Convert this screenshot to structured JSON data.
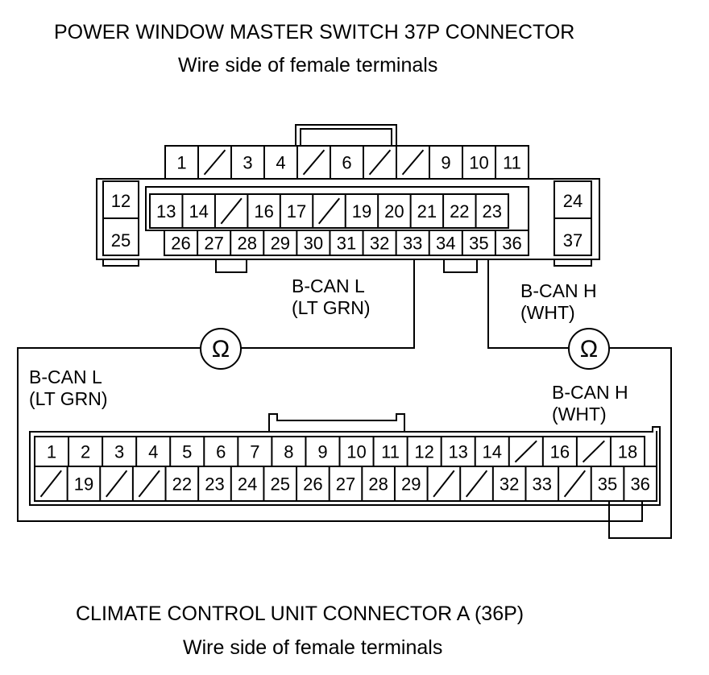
{
  "top_connector": {
    "title": "POWER WINDOW MASTER SWITCH 37P CONNECTOR",
    "subtitle": "Wire side of female terminals",
    "row1": [
      "1",
      "",
      "3",
      "4",
      "",
      "6",
      "",
      "",
      "9",
      "10",
      "11"
    ],
    "row2": [
      "13",
      "14",
      "",
      "16",
      "17",
      "",
      "19",
      "20",
      "21",
      "22",
      "23"
    ],
    "row3": [
      "26",
      "27",
      "28",
      "29",
      "30",
      "31",
      "32",
      "33",
      "34",
      "35",
      "36"
    ],
    "left_side": [
      "12",
      "25"
    ],
    "right_side": [
      "24",
      "37"
    ]
  },
  "bottom_connector": {
    "title": "CLIMATE CONTROL UNIT CONNECTOR A (36P)",
    "subtitle": "Wire side of female terminals",
    "row1": [
      "1",
      "2",
      "3",
      "4",
      "5",
      "6",
      "7",
      "8",
      "9",
      "10",
      "11",
      "12",
      "13",
      "14",
      "",
      "16",
      "",
      "18"
    ],
    "row2": [
      "",
      "19",
      "",
      "",
      "22",
      "23",
      "24",
      "25",
      "26",
      "27",
      "28",
      "29",
      "",
      "",
      "32",
      "33",
      "",
      "35",
      "36"
    ]
  },
  "wires": {
    "bcan_l_top_line1": "B-CAN L",
    "bcan_l_top_line2": "(LT GRN)",
    "bcan_h_top_line1": "B-CAN H",
    "bcan_h_top_line2": "(WHT)",
    "bcan_l_bottom_line1": "B-CAN L",
    "bcan_l_bottom_line2": "(LT GRN)",
    "bcan_h_bottom_line1": "B-CAN H",
    "bcan_h_bottom_line2": "(WHT)"
  },
  "meters": {
    "symbol": "Ω"
  }
}
